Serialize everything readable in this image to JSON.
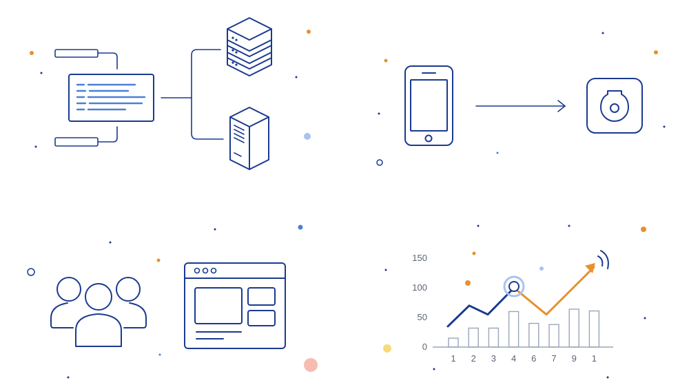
{
  "colors": {
    "line": "#1a3a8f",
    "accent_blue": "#4a7fd6",
    "accent_orange": "#e8902a",
    "grid": "#9aa6b8"
  },
  "icons": [
    "code-window-icon",
    "server-stack-icon",
    "server-tower-icon",
    "smartphone-icon",
    "smart-device-icon",
    "users-group-icon",
    "browser-window-icon",
    "wifi-signal-icon"
  ],
  "chart_data": {
    "type": "bar",
    "categories": [
      "1",
      "2",
      "3",
      "4",
      "6",
      "7",
      "9",
      "1"
    ],
    "values": [
      15,
      32,
      32,
      60,
      40,
      38,
      64,
      61
    ],
    "yticks": [
      0,
      50,
      100,
      150
    ],
    "ylim": [
      0,
      160
    ],
    "line_series": [
      {
        "values": [
          35,
          70,
          55,
          100
        ],
        "color": "#1a3a8f"
      },
      {
        "values": [
          100,
          55,
          135
        ],
        "color": "#e8902a"
      }
    ]
  }
}
